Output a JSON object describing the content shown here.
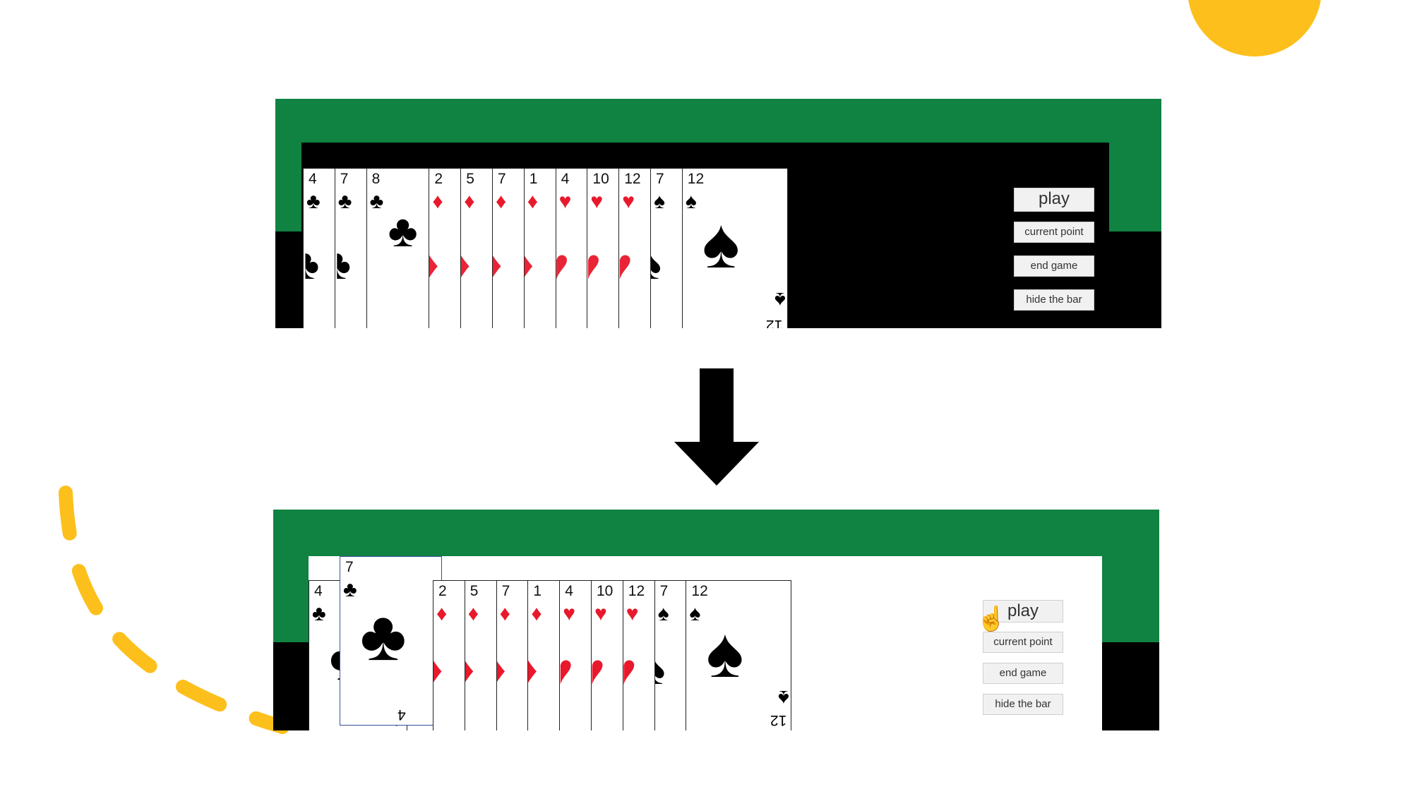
{
  "colors": {
    "accent_yellow": "#FDBF1B",
    "table_green": "#108242",
    "table_black": "#000000",
    "inner_light": "#ffffff",
    "card_red": "#e8192c"
  },
  "icons": {
    "arrow": "down-arrow-icon",
    "cursor": "hand-pointer-icon"
  },
  "before": {
    "cards": [
      {
        "rank": "4",
        "suit": "♣",
        "color": "black"
      },
      {
        "rank": "7",
        "suit": "♣",
        "color": "black"
      },
      {
        "rank": "8",
        "suit": "♣",
        "color": "black"
      },
      {
        "rank": "2",
        "suit": "♦",
        "color": "red"
      },
      {
        "rank": "5",
        "suit": "♦",
        "color": "red"
      },
      {
        "rank": "7",
        "suit": "♦",
        "color": "red"
      },
      {
        "rank": "1",
        "suit": "♦",
        "color": "red"
      },
      {
        "rank": "4",
        "suit": "♥",
        "color": "red"
      },
      {
        "rank": "10",
        "suit": "♥",
        "color": "red"
      },
      {
        "rank": "12",
        "suit": "♥",
        "color": "red"
      },
      {
        "rank": "7",
        "suit": "♠",
        "color": "black"
      },
      {
        "rank": "12",
        "suit": "♠",
        "color": "black"
      }
    ],
    "buttons": {
      "play": "play",
      "current_point": "current point",
      "end_game": "end game",
      "hide_bar": "hide the bar"
    }
  },
  "after": {
    "lifted_card": {
      "rank": "7",
      "suit": "♣",
      "color": "black",
      "bottom_rank": "4"
    },
    "cards": [
      {
        "rank": "4",
        "suit": "♣",
        "color": "black"
      },
      {
        "rank": "2",
        "suit": "♦",
        "color": "red"
      },
      {
        "rank": "5",
        "suit": "♦",
        "color": "red"
      },
      {
        "rank": "7",
        "suit": "♦",
        "color": "red"
      },
      {
        "rank": "1",
        "suit": "♦",
        "color": "red"
      },
      {
        "rank": "4",
        "suit": "♥",
        "color": "red"
      },
      {
        "rank": "10",
        "suit": "♥",
        "color": "red"
      },
      {
        "rank": "12",
        "suit": "♥",
        "color": "red"
      },
      {
        "rank": "7",
        "suit": "♠",
        "color": "black"
      },
      {
        "rank": "12",
        "suit": "♠",
        "color": "black"
      }
    ],
    "buttons": {
      "play": "play",
      "current_point": "current point",
      "end_game": "end game",
      "hide_bar": "hide the bar"
    }
  }
}
